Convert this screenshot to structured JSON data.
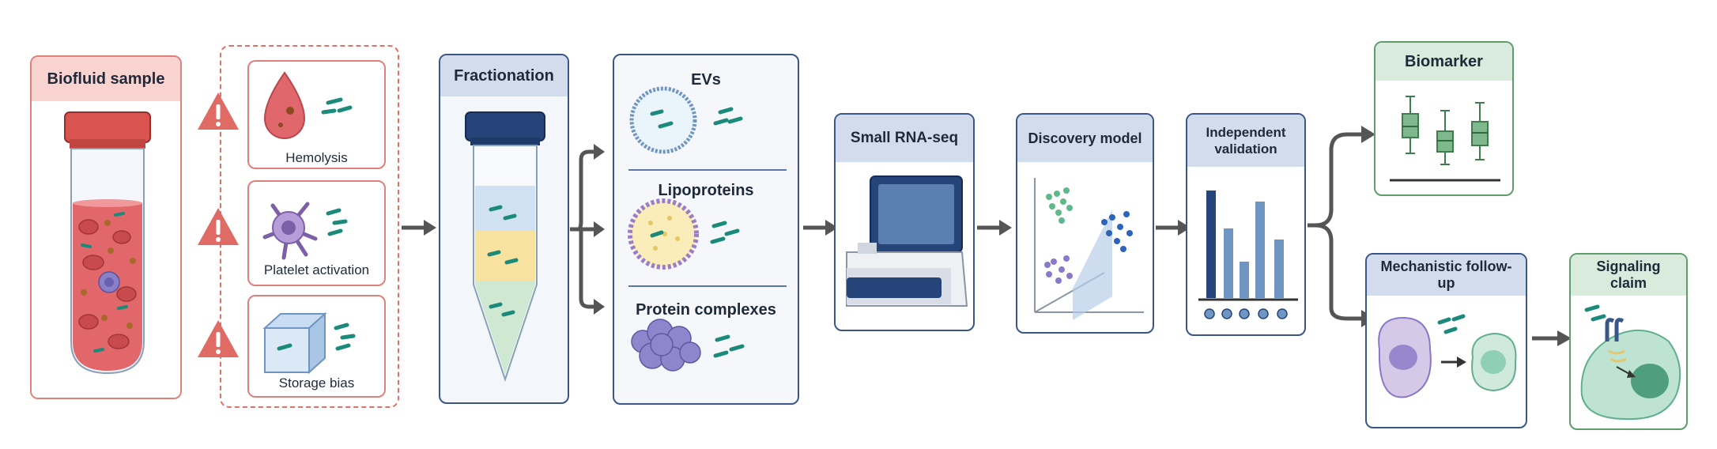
{
  "colors": {
    "sample_red": "#e07a73",
    "sample_fill": "#fdeeee",
    "navy": "#25457a",
    "slate_fill": "#f3f6fb",
    "header_blue": "#dbe3f0",
    "green": "#5f9d6e",
    "green_fill": "#f0f7f1",
    "teal": "#1b8a7a",
    "arrow_gray": "#555555"
  },
  "sample": {
    "title": "Biofluid sample"
  },
  "confounders": {
    "items": [
      {
        "label": "Hemolysis",
        "icon": "blood-drop-icon"
      },
      {
        "label": "Platelet activation",
        "icon": "platelet-icon"
      },
      {
        "label": "Storage bias",
        "icon": "storage-cube-icon"
      }
    ],
    "warning_icon": "warning-triangle-icon"
  },
  "fractionation": {
    "title": "Fractionation"
  },
  "fractions": {
    "items": [
      {
        "label": "EVs",
        "icon": "vesicle-icon"
      },
      {
        "label": "Lipoproteins",
        "icon": "lipoprotein-icon"
      },
      {
        "label": "Protein complexes",
        "icon": "protein-complex-icon"
      }
    ]
  },
  "sequencing": {
    "title": "Small RNA-seq",
    "icon": "sequencer-icon"
  },
  "discovery": {
    "title": "Discovery model",
    "icon": "cluster-plot-icon"
  },
  "validation": {
    "title_line1": "Independent",
    "title_line2": "validation",
    "icon": "bar-chart-icon"
  },
  "biomarker": {
    "title": "Biomarker",
    "icon": "boxplot-icon"
  },
  "mechanistic": {
    "title": "Mechanistic follow-up",
    "icon": "cell-transfer-icon"
  },
  "signaling": {
    "title": "Signaling claim",
    "icon": "receptor-cell-icon"
  }
}
